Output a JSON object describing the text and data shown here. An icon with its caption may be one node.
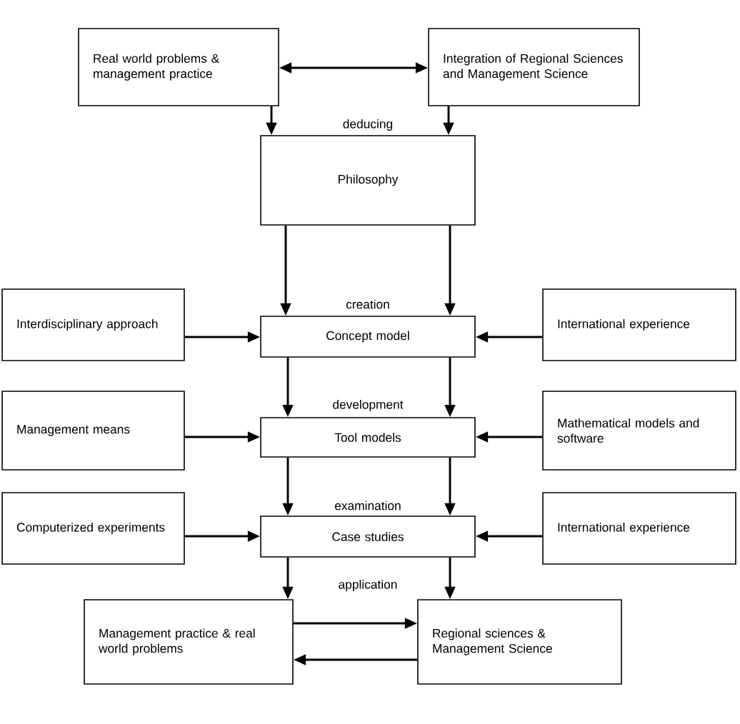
{
  "diagram": {
    "nodes": [
      {
        "text": [
          "Real world problems & management practice"
        ]
      },
      {
        "text": [
          "Integration of Regional Sciences and Management Science"
        ]
      },
      {
        "text": [
          "Philosophy"
        ]
      },
      {
        "text": [
          "Interdisciplinary approach"
        ]
      },
      {
        "text": [
          "Concept model"
        ]
      },
      {
        "text": [
          "International experience"
        ]
      },
      {
        "text": [
          "Management means"
        ]
      },
      {
        "text": [
          "Tool models"
        ]
      },
      {
        "text": [
          "Mathematical models and software"
        ]
      },
      {
        "text": [
          "Computerized experiments"
        ]
      },
      {
        "text": [
          "Case studies"
        ]
      },
      {
        "text": [
          "International experience"
        ]
      },
      {
        "text": [
          "Management practice & real world problems"
        ]
      },
      {
        "text": [
          "Regional sciences & Management Science"
        ]
      }
    ],
    "edges": [
      {
        "from": 0,
        "to": 1,
        "arrow": "both"
      },
      {
        "from": 0,
        "to": 2,
        "arrow": "to"
      },
      {
        "from": 1,
        "to": 2,
        "arrow": "to"
      },
      {
        "from": 2,
        "to": 4,
        "arrow": "to"
      },
      {
        "from": 2,
        "to": 4,
        "arrow": "to"
      },
      {
        "from": 3,
        "to": 4,
        "arrow": "to"
      },
      {
        "from": 5,
        "to": 4,
        "arrow": "to"
      },
      {
        "from": 4,
        "to": 7,
        "arrow": "to"
      },
      {
        "from": 4,
        "to": 7,
        "arrow": "to"
      },
      {
        "from": 6,
        "to": 7,
        "arrow": "to"
      },
      {
        "from": 8,
        "to": 7,
        "arrow": "to"
      },
      {
        "from": 7,
        "to": 10,
        "arrow": "to"
      },
      {
        "from": 7,
        "to": 10,
        "arrow": "to"
      },
      {
        "from": 9,
        "to": 10,
        "arrow": "to"
      },
      {
        "from": 11,
        "to": 10,
        "arrow": "to"
      },
      {
        "from": 10,
        "to": 12,
        "arrow": "to"
      },
      {
        "from": 10,
        "to": 13,
        "arrow": "to"
      },
      {
        "from": 12,
        "to": 13,
        "arrow": "to"
      },
      {
        "from": 13,
        "to": 12,
        "arrow": "to"
      }
    ],
    "labels": [
      "deducing",
      "creation",
      "development",
      "examination",
      "application"
    ]
  }
}
